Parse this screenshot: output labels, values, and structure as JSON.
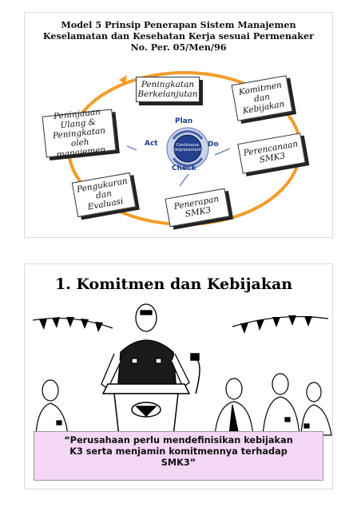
{
  "slide1": {
    "title_lines": [
      "Model 5 Prinsip Penerapan Sistem Manajemen",
      "Keselamatan dan Kesehatan Kerja sesuai Permenaker",
      "No. Per. 05/Men/96"
    ],
    "boxes": {
      "peningkatan": [
        "Peningkatan",
        "Berkelanjutan"
      ],
      "komitmen": [
        "Komitmen",
        "dan",
        "Kebijakan"
      ],
      "perencanaan": [
        "Perencanaan",
        "SMK3"
      ],
      "penerapan": [
        "Penerapan",
        "SMK3"
      ],
      "pengukuran": [
        "Pengukuran",
        "dan",
        "Evaluasi"
      ],
      "peninjauan": [
        "Peninjauan",
        "Ulang  &",
        "Peningkatan",
        "oleh manajemen"
      ]
    },
    "pdca": {
      "plan": "Plan",
      "do": "Do",
      "check": "Check",
      "act": "Act",
      "center": [
        "Continuous",
        "improvement"
      ]
    },
    "colors": {
      "ring": "#f39c2a",
      "pdca_blue": "#1c3b8f"
    }
  },
  "slide2": {
    "title": "1. Komitmen dan Kebijakan",
    "quote_lines": [
      "“Perusahaan perlu mendefinisikan kebijakan",
      "K3 serta menjamin komitmennya terhadap",
      "SMK3”"
    ],
    "colors": {
      "quote_bg": "#f4d8f6"
    }
  }
}
